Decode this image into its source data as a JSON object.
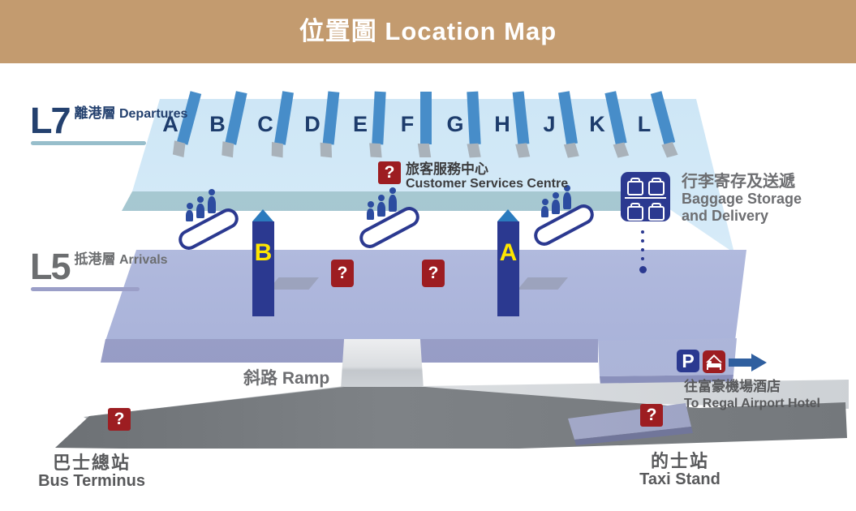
{
  "title": "位置圖 Location Map",
  "levels": {
    "l7": {
      "code": "L7",
      "zh": "離港層",
      "en": "Departures"
    },
    "l5": {
      "code": "L5",
      "zh": "抵港層",
      "en": "Arrivals"
    }
  },
  "aisles": {
    "letters": [
      "A",
      "B",
      "C",
      "D",
      "E",
      "F",
      "G",
      "H",
      "J",
      "K",
      "L"
    ]
  },
  "exits": {
    "a": "A",
    "b": "B"
  },
  "markers": {
    "question": "?",
    "customer_services": {
      "zh": "旅客服務中心",
      "en": "Customer Services Centre"
    },
    "baggage": {
      "zh": "行李寄存及送遞",
      "en_line1": "Baggage Storage",
      "en_line2": "and Delivery"
    },
    "parking": "P",
    "hotel_route": {
      "zh": "往富豪機場酒店",
      "en": "To Regal Airport Hotel"
    },
    "ramp": "斜路 Ramp",
    "bus_terminus": {
      "zh": "巴士總站",
      "en": "Bus Terminus"
    },
    "taxi_stand": {
      "zh": "的士站",
      "en": "Taxi Stand"
    }
  },
  "icons": {
    "question": "question-mark-icon",
    "baggage": "baggage-shelves-icon",
    "parking": "parking-icon",
    "hotel": "hotel-bed-icon",
    "arrow": "arrow-right-icon",
    "escalator": "escalator-icon"
  },
  "colors": {
    "title_bar": "#C39B6F",
    "l7_floor": "#D3E9F7",
    "l7_edge": "#A5C7D1",
    "l5_floor": "#AFB8DC",
    "l5_edge": "#9BA0C8",
    "aisle_bar": "#478DC9",
    "pillar": "#2B3990",
    "pillar_cap": "#2B7BBE",
    "pillar_letter": "#FFE600",
    "badge_red": "#9D1D21",
    "arrow_blue": "#2F5F9F",
    "label_gray": "#6D6E71",
    "navy_text": "#1D3C6C"
  }
}
